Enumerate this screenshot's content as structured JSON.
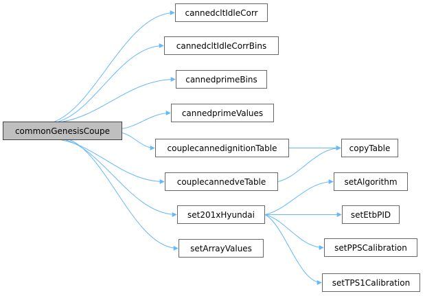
{
  "colors": {
    "edge": "#63b8ff",
    "root_fill": "#bfbfbf",
    "node_border": "#666666",
    "background": "#ffffff"
  },
  "nodes": {
    "common_genesis_coupe": "commonGenesisCoupe",
    "canned_clt_idle_corr": "cannedcltIdleCorr",
    "canned_clt_idle_corr_bins": "cannedcltIdleCorrBins",
    "canned_prime_bins": "cannedprimeBins",
    "canned_prime_values": "cannedprimeValues",
    "couple_canned_ignition_table": "couplecannedignitionTable",
    "couple_canned_ve_table": "couplecannedveTable",
    "set_201x_hyundai": "set201xHyundai",
    "set_array_values": "setArrayValues",
    "copy_table": "copyTable",
    "set_algorithm": "setAlgorithm",
    "set_etb_pid": "setEtbPID",
    "set_pps_calibration": "setPPSCalibration",
    "set_tps1_calibration": "setTPS1Calibration"
  },
  "edges": [
    [
      "common_genesis_coupe",
      "canned_clt_idle_corr"
    ],
    [
      "common_genesis_coupe",
      "canned_clt_idle_corr_bins"
    ],
    [
      "common_genesis_coupe",
      "canned_prime_bins"
    ],
    [
      "common_genesis_coupe",
      "canned_prime_values"
    ],
    [
      "common_genesis_coupe",
      "couple_canned_ignition_table"
    ],
    [
      "common_genesis_coupe",
      "couple_canned_ve_table"
    ],
    [
      "common_genesis_coupe",
      "set_201x_hyundai"
    ],
    [
      "common_genesis_coupe",
      "set_array_values"
    ],
    [
      "couple_canned_ignition_table",
      "copy_table"
    ],
    [
      "couple_canned_ve_table",
      "copy_table"
    ],
    [
      "set_201x_hyundai",
      "set_algorithm"
    ],
    [
      "set_201x_hyundai",
      "set_etb_pid"
    ],
    [
      "set_201x_hyundai",
      "set_pps_calibration"
    ],
    [
      "set_201x_hyundai",
      "set_tps1_calibration"
    ]
  ]
}
